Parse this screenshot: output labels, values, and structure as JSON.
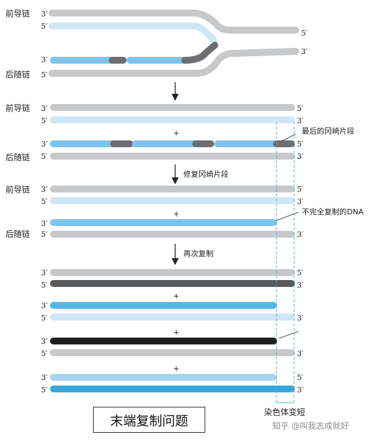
{
  "colors": {
    "gray": "#c7c8ca",
    "gray_dark": "#8c8e90",
    "light_blue": "#cfe6f5",
    "light_blue_edge": "#a9cce3",
    "blue": "#7fc3ea",
    "blue_bright": "#55b7e8",
    "blue_deep": "#3aa6de",
    "primer": "#6d6e71",
    "dark_gray": "#58595b",
    "black": "#1f1f1f",
    "dashed": "#4ab0dd"
  },
  "labels": {
    "leading": "前导链",
    "lagging": "后随链",
    "three_prime": "3′",
    "five_prime": "5′",
    "plus": "+",
    "step1": "修复冈崎片段",
    "step2": "再次复制",
    "last_okazaki": "最后的冈崎片段",
    "incomplete": "不完全复制的DNA",
    "shortening": "染色体变短",
    "caption": "末端复制问题",
    "watermark": "知乎 @叫我志成就好"
  }
}
